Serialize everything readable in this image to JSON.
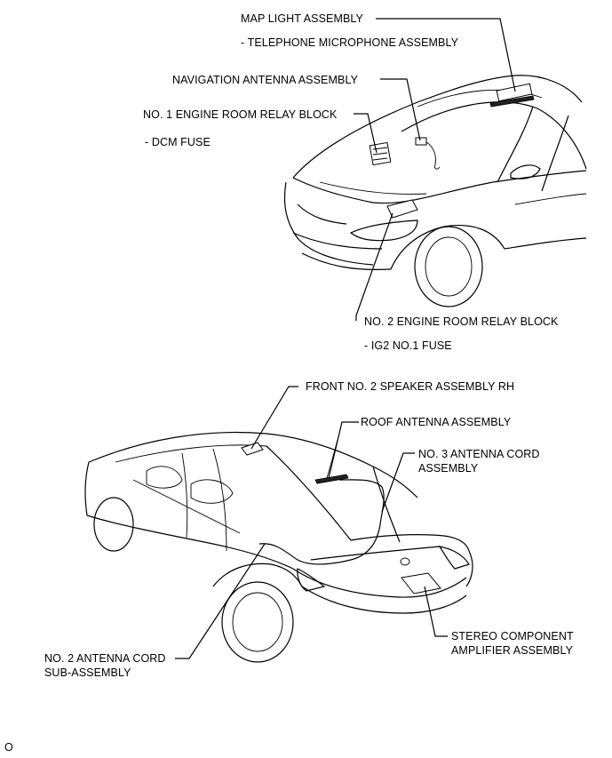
{
  "labels": {
    "map_light": "MAP LIGHT ASSEMBLY",
    "telephone_mic": "- TELEPHONE MICROPHONE ASSEMBLY",
    "navigation_antenna": "NAVIGATION ANTENNA ASSEMBLY",
    "engine_relay_1": "NO. 1 ENGINE ROOM RELAY BLOCK",
    "dcm_fuse": "-  DCM FUSE",
    "engine_relay_2": "NO. 2 ENGINE ROOM RELAY BLOCK",
    "ig2_fuse": "- IG2 NO.1 FUSE",
    "front_speaker": "FRONT NO. 2 SPEAKER ASSEMBLY RH",
    "roof_antenna": "ROOF ANTENNA ASSEMBLY",
    "antenna_cord_3_line1": "NO. 3 ANTENNA CORD",
    "antenna_cord_3_line2": "ASSEMBLY",
    "stereo_amp_line1": "STEREO COMPONENT",
    "stereo_amp_line2": "AMPLIFIER ASSEMBLY",
    "antenna_cord_2_line1": "NO. 2 ANTENNA CORD",
    "antenna_cord_2_line2": "SUB-ASSEMBLY",
    "figure_code": "O"
  }
}
